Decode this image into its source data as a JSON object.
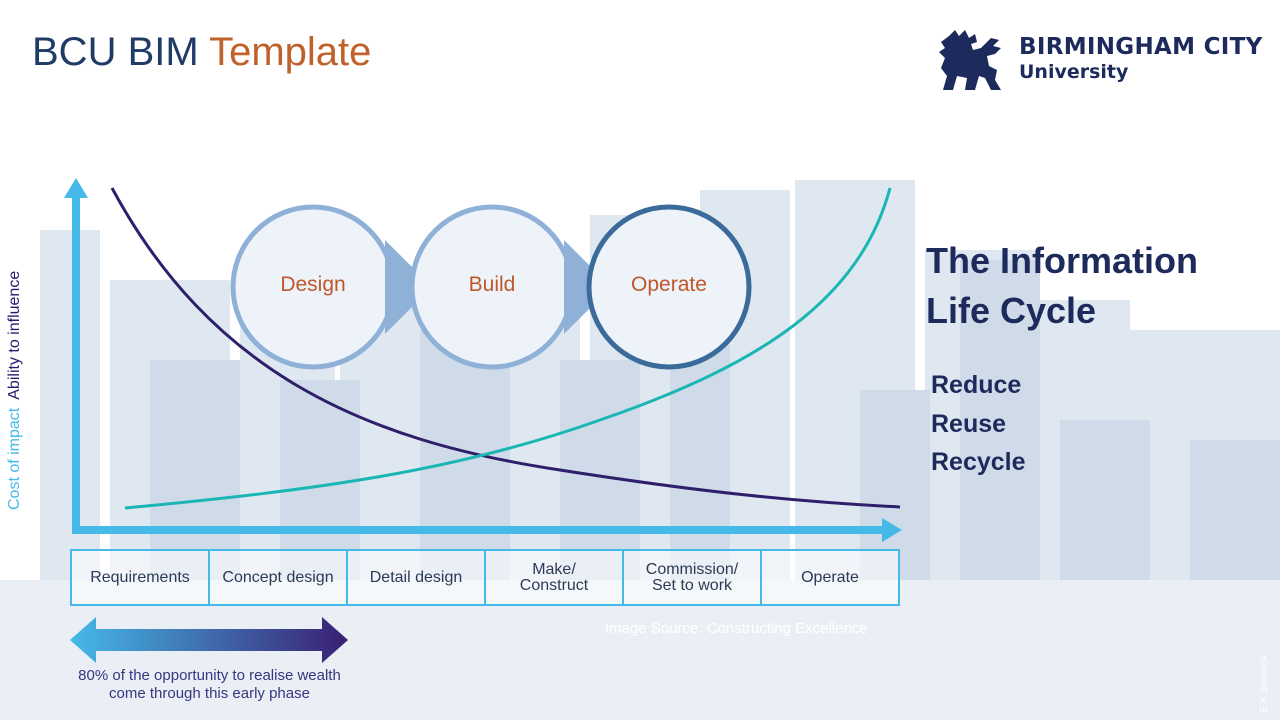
{
  "slide": {
    "title_main": "BCU BIM",
    "title_accent": "Template"
  },
  "logo": {
    "line1": "BIRMINGHAM CITY",
    "line2": "University",
    "icon": "lion-crest-icon"
  },
  "axis": {
    "cost_label": "Cost of impact",
    "ability_label": "Ability to influence"
  },
  "phases": [
    "Design",
    "Build",
    "Operate"
  ],
  "stages": [
    "Requirements",
    "Concept design",
    "Detail design",
    "Make/\nConstruct",
    "Commission/\nSet to work",
    "Operate"
  ],
  "source": "Image Source: Constructing Excellence",
  "opportunity_note": "80% of the opportunity to realise wealth come through this early phase",
  "info": {
    "title": "The Information Life Cycle",
    "items": [
      "Reduce",
      "Reuse",
      "Recycle"
    ]
  },
  "credit": "E K Simcock",
  "colors": {
    "axis": "#45b9e8",
    "cost_curve": "#1ab6b4",
    "ability_curve": "#2f1f6b",
    "title": "#1f3b66",
    "accent": "#c0602a",
    "navy": "#1c2a5c"
  }
}
